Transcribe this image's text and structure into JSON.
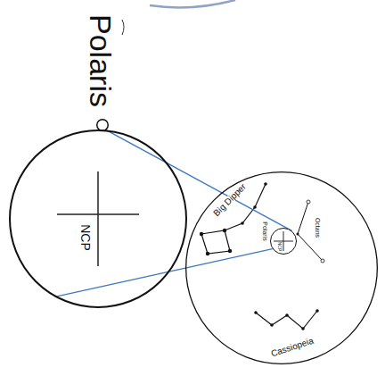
{
  "diagram": {
    "nodes": [
      {
        "text": [
          "Polaris"
        ]
      },
      {
        "text": [
          "NCP"
        ]
      },
      {
        "text": [
          "Big Dipper",
          "Polaris",
          "Octans",
          "Cassiopeia"
        ]
      },
      {
        "text": [
          "NCP"
        ],
        "in": 2
      }
    ],
    "edges": [
      {
        "from": 1,
        "to": 3,
        "arrow": "none"
      },
      {
        "from": 1,
        "to": 3,
        "arrow": "none"
      }
    ]
  }
}
